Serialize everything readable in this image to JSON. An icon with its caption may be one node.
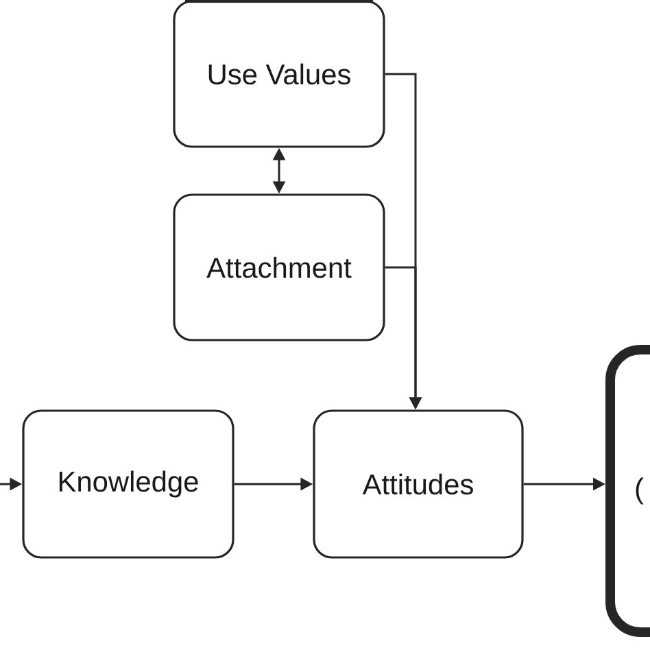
{
  "diagram": {
    "nodes": [
      {
        "text": [
          "Use Values"
        ]
      },
      {
        "text": [
          "Attachment"
        ]
      },
      {
        "text": [
          "Knowledge"
        ]
      },
      {
        "text": [
          "Attitudes"
        ]
      },
      {
        "text": [
          "("
        ]
      }
    ],
    "edges": [
      {
        "from": 0,
        "to": 1,
        "arrow": "both"
      },
      {
        "from": 0,
        "to": 3,
        "arrow": "to"
      },
      {
        "from": 1,
        "to": 3,
        "arrow": "to"
      },
      {
        "from": null,
        "to": 2,
        "arrow": "to"
      },
      {
        "from": 2,
        "to": 3,
        "arrow": "to"
      },
      {
        "from": 3,
        "to": 4,
        "arrow": "to"
      }
    ]
  }
}
